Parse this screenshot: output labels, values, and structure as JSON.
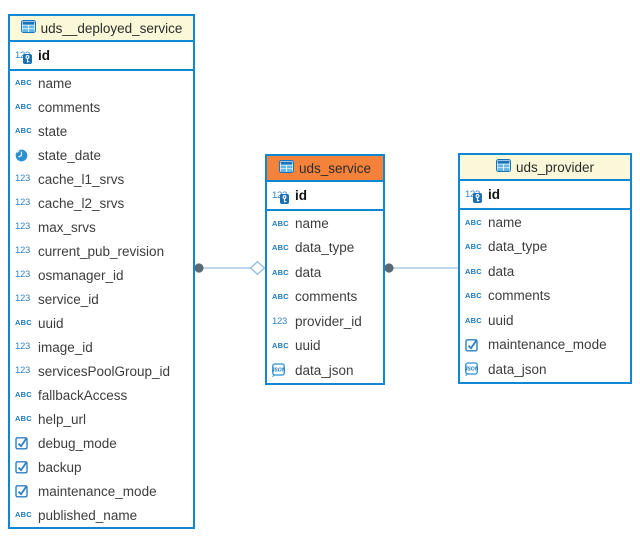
{
  "colors": {
    "table_border": "#0f87d2",
    "header_yellow": "#fbf8d9",
    "header_orange": "#f5823a",
    "icon_blue": "#1c78be",
    "row_text": "#3d3d3d",
    "relation_line": "#aacbe5",
    "relation_dot": "#5a6a75",
    "relation_diamond_stroke": "#90bede"
  },
  "tables": [
    {
      "name": "uds__deployed_service",
      "header_style": "yellow",
      "header_icon": "table-icon",
      "columns": [
        {
          "name": "id",
          "icon": "number-key-icon",
          "pk": true
        },
        {
          "name": "name",
          "icon": "text-icon"
        },
        {
          "name": "comments",
          "icon": "text-icon"
        },
        {
          "name": "state",
          "icon": "text-icon"
        },
        {
          "name": "state_date",
          "icon": "datetime-icon"
        },
        {
          "name": "cache_l1_srvs",
          "icon": "number-icon"
        },
        {
          "name": "cache_l2_srvs",
          "icon": "number-icon"
        },
        {
          "name": "max_srvs",
          "icon": "number-icon"
        },
        {
          "name": "current_pub_revision",
          "icon": "number-icon"
        },
        {
          "name": "osmanager_id",
          "icon": "number-icon"
        },
        {
          "name": "service_id",
          "icon": "number-icon"
        },
        {
          "name": "uuid",
          "icon": "text-icon"
        },
        {
          "name": "image_id",
          "icon": "number-icon"
        },
        {
          "name": "servicesPoolGroup_id",
          "icon": "number-icon"
        },
        {
          "name": "fallbackAccess",
          "icon": "text-icon"
        },
        {
          "name": "help_url",
          "icon": "text-icon"
        },
        {
          "name": "debug_mode",
          "icon": "boolean-icon"
        },
        {
          "name": "backup",
          "icon": "boolean-icon"
        },
        {
          "name": "maintenance_mode",
          "icon": "boolean-icon"
        },
        {
          "name": "published_name",
          "icon": "text-icon"
        }
      ]
    },
    {
      "name": "uds_service",
      "header_style": "orange",
      "header_icon": "table-icon",
      "columns": [
        {
          "name": "id",
          "icon": "number-key-icon",
          "pk": true
        },
        {
          "name": "name",
          "icon": "text-icon"
        },
        {
          "name": "data_type",
          "icon": "text-icon"
        },
        {
          "name": "data",
          "icon": "text-icon"
        },
        {
          "name": "comments",
          "icon": "text-icon"
        },
        {
          "name": "provider_id",
          "icon": "number-icon"
        },
        {
          "name": "uuid",
          "icon": "text-icon"
        },
        {
          "name": "data_json",
          "icon": "json-icon"
        }
      ]
    },
    {
      "name": "uds_provider",
      "header_style": "yellow",
      "header_icon": "table-icon",
      "columns": [
        {
          "name": "id",
          "icon": "number-key-icon",
          "pk": true
        },
        {
          "name": "name",
          "icon": "text-icon"
        },
        {
          "name": "data_type",
          "icon": "text-icon"
        },
        {
          "name": "data",
          "icon": "text-icon"
        },
        {
          "name": "comments",
          "icon": "text-icon"
        },
        {
          "name": "uuid",
          "icon": "text-icon"
        },
        {
          "name": "maintenance_mode",
          "icon": "boolean-icon"
        },
        {
          "name": "data_json",
          "icon": "json-icon"
        }
      ]
    }
  ],
  "relationships": [
    {
      "from_table": "uds__deployed_service",
      "to_table": "uds_service",
      "from_marker": "dot",
      "to_marker": "diamond"
    },
    {
      "from_table": "uds_service",
      "to_table": "uds_provider",
      "from_marker": "dot",
      "to_marker": "none"
    }
  ]
}
